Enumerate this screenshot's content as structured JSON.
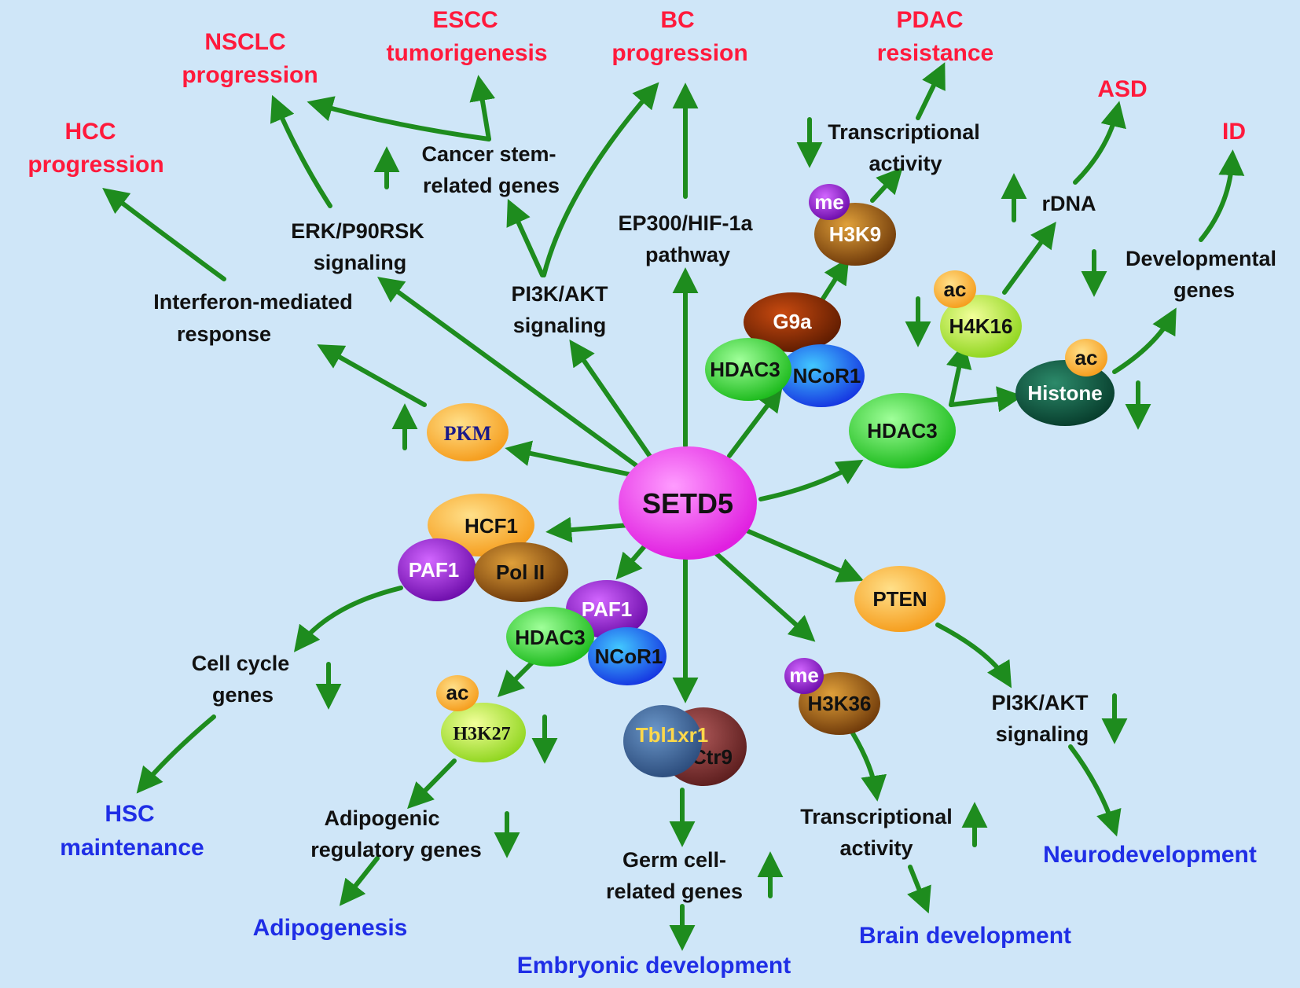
{
  "center": "SETD5",
  "outcomes_red": {
    "hcc": [
      "HCC",
      "progression"
    ],
    "nsclc": [
      "NSCLC",
      "progression"
    ],
    "escc": [
      "ESCC",
      "tumorigenesis"
    ],
    "bc": [
      "BC",
      "progression"
    ],
    "pdac": [
      "PDAC",
      "resistance"
    ],
    "asd": "ASD",
    "id": "ID"
  },
  "outcomes_blue": {
    "hsc": [
      "HSC",
      "maintenance"
    ],
    "adipogenesis": "Adipogenesis",
    "embryonic": "Embryonic development",
    "brain": "Brain development",
    "neuro": "Neurodevelopment"
  },
  "labels": {
    "interferon": [
      "Interferon-mediated",
      "response"
    ],
    "erk": [
      "ERK/P90RSK",
      "signaling"
    ],
    "cancer_stem": [
      "Cancer stem-",
      "related genes"
    ],
    "pi3k_top": [
      "PI3K/AKT",
      "signaling"
    ],
    "ep300": [
      "EP300/HIF-1a",
      "pathway"
    ],
    "transcr_top": [
      "Transcriptional",
      "activity"
    ],
    "rdna": "rDNA",
    "developmental": [
      "Developmental",
      "genes"
    ],
    "cell_cycle": [
      "Cell cycle",
      "genes"
    ],
    "adipogenic": [
      "Adipogenic",
      "regulatory genes"
    ],
    "germ": [
      "Germ cell-",
      "related genes"
    ],
    "transcr_bottom": [
      "Transcriptional",
      "activity"
    ],
    "pi3k_bottom": [
      "PI3K/AKT",
      "signaling"
    ]
  },
  "nodes": {
    "pkm": "PKM",
    "hcf1": "HCF1",
    "paf1_a": "PAF1",
    "pol2": "Pol II",
    "paf1_b": "PAF1",
    "hdac3_a": "HDAC3",
    "ncor1_a": "NCoR1",
    "ac_a": "ac",
    "h3k27": "H3K27",
    "tbl1xr1": "Tbl1xr1",
    "ctr9": "Ctr9",
    "me_a": "me",
    "h3k36": "H3K36",
    "pten": "PTEN",
    "g9a": "G9a",
    "hdac3_b": "HDAC3",
    "ncor1_b": "NCoR1",
    "me_b": "me",
    "h3k9": "H3K9",
    "hdac3_c": "HDAC3",
    "ac_b": "ac",
    "h4k16": "H4K16",
    "ac_c": "ac",
    "histone": "Histone"
  },
  "colors": {
    "background": "#cfe6f8",
    "arrow": "#1e8c1e",
    "disease_text": "#ff1a3c",
    "development_text": "#1f2ee6"
  }
}
